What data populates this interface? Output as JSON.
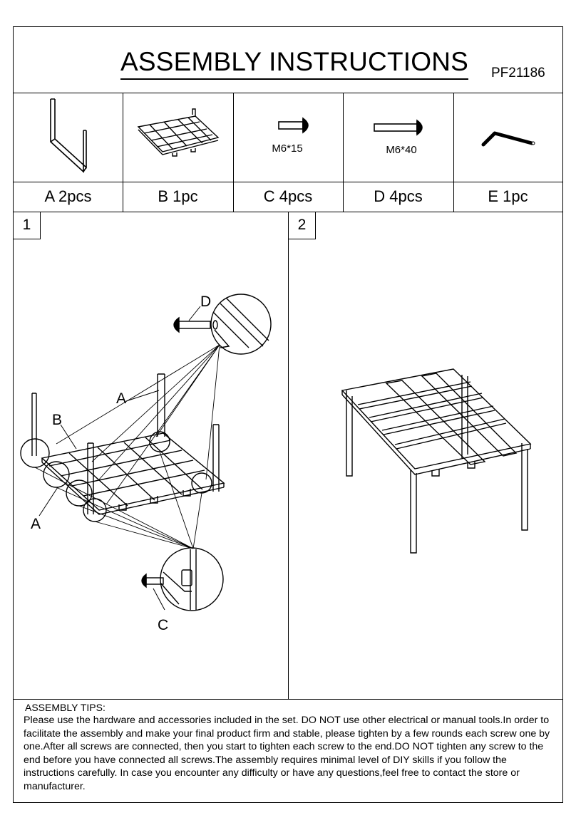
{
  "header": {
    "title": "ASSEMBLY INSTRUCTIONS",
    "model": "PF21186"
  },
  "parts": [
    {
      "label": "A 2pcs",
      "icon": "leg-frame-icon"
    },
    {
      "label": "B 1pc",
      "icon": "table-top-frame-icon"
    },
    {
      "label": "C 4pcs",
      "icon": "short-bolt-icon",
      "spec": "M6*15"
    },
    {
      "label": "D 4pcs",
      "icon": "long-bolt-icon",
      "spec": "M6*40"
    },
    {
      "label": "E 1pc",
      "icon": "allen-key-icon"
    }
  ],
  "steps": [
    {
      "number": "1",
      "callouts": {
        "D": "D",
        "A_top": "A",
        "B": "B",
        "A_left": "A",
        "C": "C"
      }
    },
    {
      "number": "2"
    }
  ],
  "tips": {
    "heading": "ASSEMBLY TIPS:",
    "body": "Please use the hardware and accessories included in the set. DO NOT use other electrical or manual tools.In order to facilitate the assembly and make your final product firm and stable, please tighten by a few rounds each screw one by one.After all screws are connected, then you start to tighten each screw to the end.DO NOT tighten any screw to the end before you have connected all screws.The assembly requires minimal level of DIY skills if you follow the instructions carefully. In case you encounter any difficulty or have any questions,feel free to contact the store or manufacturer."
  }
}
